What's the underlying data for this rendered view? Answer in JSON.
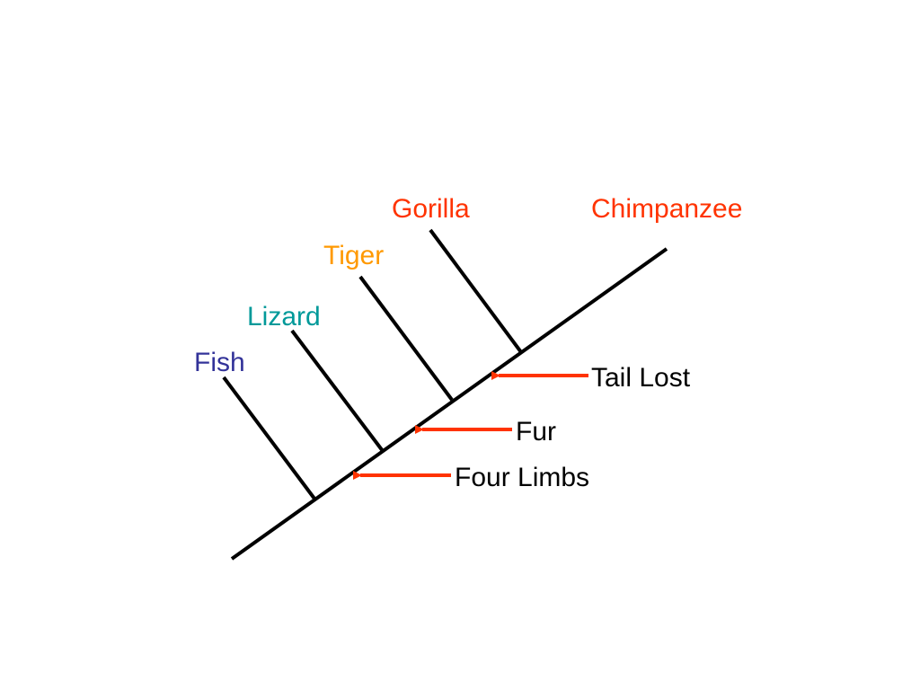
{
  "taxa": [
    {
      "name": "Fish",
      "color": "#333399"
    },
    {
      "name": "Lizard",
      "color": "#009999"
    },
    {
      "name": "Tiger",
      "color": "#FF9900"
    },
    {
      "name": "Gorilla",
      "color": "#FF3300"
    },
    {
      "name": "Chimpanzee",
      "color": "#FF3300"
    }
  ],
  "traits": [
    {
      "name": "Tail Lost"
    },
    {
      "name": "Fur"
    },
    {
      "name": "Four Limbs"
    }
  ],
  "colors": {
    "line": "#000000",
    "arrow": "#FF3300",
    "trait_text": "#000000"
  }
}
